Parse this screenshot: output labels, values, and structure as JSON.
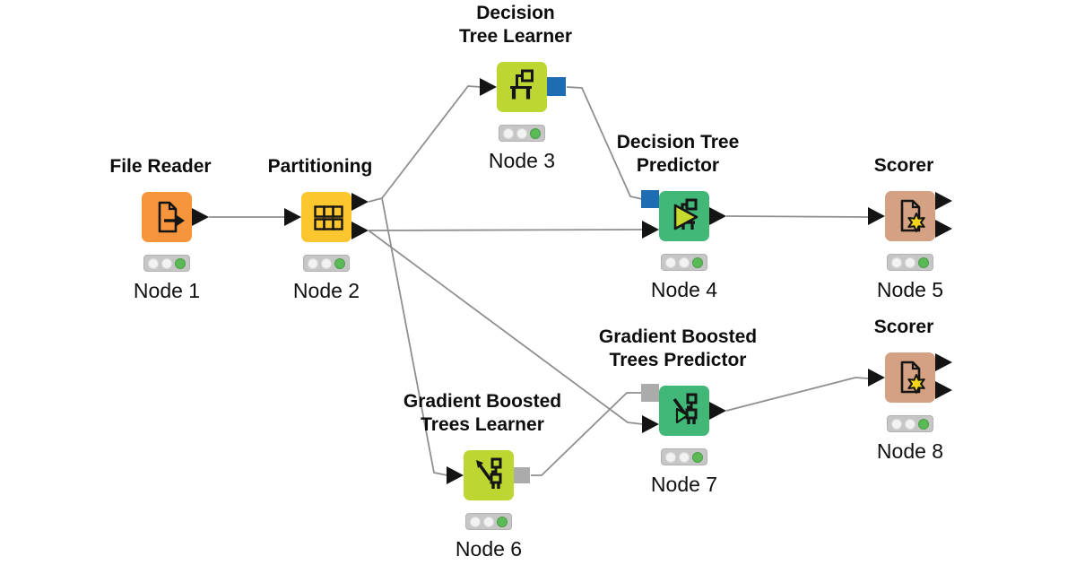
{
  "workflow": {
    "nodes": [
      {
        "title": "File Reader",
        "label": "Node 1",
        "icon": "file-reader-icon",
        "color": "#F6953C",
        "status": "executed"
      },
      {
        "title": "Partitioning",
        "label": "Node 2",
        "icon": "partitioning-icon",
        "color": "#FCC72E",
        "status": "executed"
      },
      {
        "title": "Decision\nTree Learner",
        "label": "Node 3",
        "icon": "decision-tree-learner-icon",
        "color": "#BDD631",
        "status": "executed"
      },
      {
        "title": "Decision Tree\nPredictor",
        "label": "Node 4",
        "icon": "decision-tree-predictor-icon",
        "color": "#42B878",
        "status": "executed"
      },
      {
        "title": "Scorer",
        "label": "Node 5",
        "icon": "scorer-icon",
        "color": "#D5A183",
        "status": "executed"
      },
      {
        "title": "Gradient Boosted\nTrees Learner",
        "label": "Node 6",
        "icon": "gradient-boosted-trees-learner-icon",
        "color": "#BDD631",
        "status": "executed"
      },
      {
        "title": "Gradient Boosted\nTrees Predictor",
        "label": "Node 7",
        "icon": "gradient-boosted-trees-predictor-icon",
        "color": "#42B878",
        "status": "executed"
      },
      {
        "title": "Scorer",
        "label": "Node 8",
        "icon": "scorer-icon",
        "color": "#D5A183",
        "status": "executed"
      }
    ],
    "edges": [
      {
        "from": "Node 1",
        "from_port": "data out",
        "to": "Node 2",
        "to_port": "data in"
      },
      {
        "from": "Node 2",
        "from_port": "partition 1 out",
        "to": "Node 3",
        "to_port": "data in"
      },
      {
        "from": "Node 2",
        "from_port": "partition 1 out",
        "to": "Node 6",
        "to_port": "data in"
      },
      {
        "from": "Node 2",
        "from_port": "partition 2 out",
        "to": "Node 4",
        "to_port": "data in"
      },
      {
        "from": "Node 2",
        "from_port": "partition 2 out",
        "to": "Node 7",
        "to_port": "data in"
      },
      {
        "from": "Node 3",
        "from_port": "model out",
        "to": "Node 4",
        "to_port": "model in"
      },
      {
        "from": "Node 6",
        "from_port": "model out",
        "to": "Node 7",
        "to_port": "model in"
      },
      {
        "from": "Node 4",
        "from_port": "data out",
        "to": "Node 5",
        "to_port": "data in"
      },
      {
        "from": "Node 7",
        "from_port": "data out",
        "to": "Node 8",
        "to_port": "data in"
      }
    ],
    "colors": {
      "background": "#FFFFFF",
      "edge": "#8F8F8F",
      "data_port": "#141414",
      "model_port_blue": "#1E6DB3",
      "model_port_gray": "#ABABAB",
      "traffic_bg": "#C6C6C6",
      "traffic_off": "#F2F2F2",
      "traffic_green": "#5ABA55",
      "learner_lime": "#BDD631",
      "predictor_green": "#42B878",
      "reader_orange": "#F6953C",
      "partition_yellow": "#FCC72E",
      "scorer_tan": "#D5A183"
    }
  }
}
